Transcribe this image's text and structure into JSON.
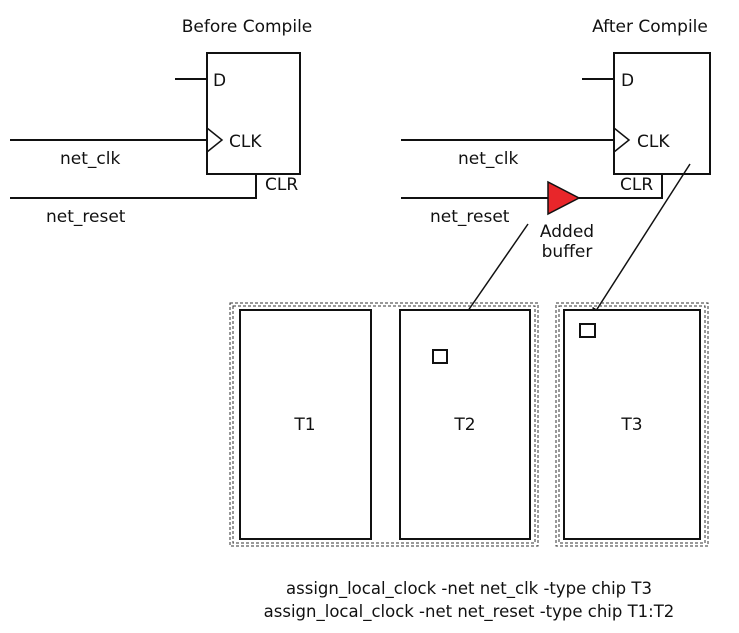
{
  "before": {
    "title": "Before Compile",
    "pins": {
      "d": "D",
      "clk": "CLK",
      "clr": "CLR"
    },
    "nets": {
      "clk": "net_clk",
      "reset": "net_reset"
    }
  },
  "after": {
    "title": "After Compile",
    "pins": {
      "d": "D",
      "clk": "CLK",
      "clr": "CLR"
    },
    "nets": {
      "clk": "net_clk",
      "reset": "net_reset"
    },
    "buffer_label_line1": "Added",
    "buffer_label_line2": "buffer",
    "buffer_color": "#e8262a"
  },
  "tiles": [
    {
      "label": "T1"
    },
    {
      "label": "T2"
    },
    {
      "label": "T3"
    }
  ],
  "commands": [
    "assign_local_clock -net net_clk -type chip T3",
    "assign_local_clock -net net_reset -type chip T1:T2"
  ]
}
